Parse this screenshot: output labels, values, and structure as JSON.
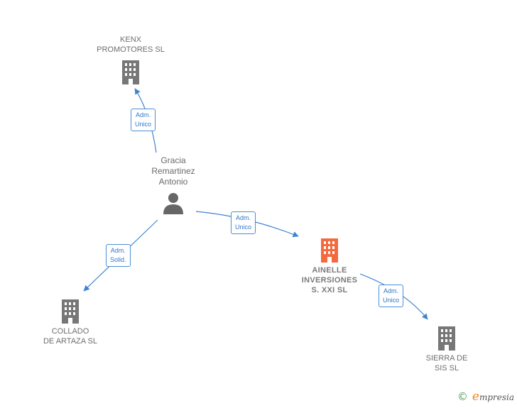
{
  "nodes": {
    "kenx": {
      "name": "KENX\nPROMOTORES SL",
      "type": "company"
    },
    "gracia": {
      "name": "Gracia\nRemartinez\nAntonio",
      "type": "person"
    },
    "ainelle": {
      "name": "AINELLE\nINVERSIONES\nS. XXI SL",
      "type": "company-focus"
    },
    "collado": {
      "name": "COLLADO\nDE ARTAZA SL",
      "type": "company"
    },
    "sierra": {
      "name": "SIERRA DE\nSIS SL",
      "type": "company"
    }
  },
  "edges": [
    {
      "from": "gracia",
      "to": "kenx",
      "label": "Adm.\nUnico"
    },
    {
      "from": "gracia",
      "to": "ainelle",
      "label": "Adm.\nUnico"
    },
    {
      "from": "gracia",
      "to": "collado",
      "label": "Adm.\nSolid."
    },
    {
      "from": "ainelle",
      "to": "sierra",
      "label": "Adm.\nUnico"
    }
  ],
  "colors": {
    "company_icon": "#777777",
    "focus_icon": "#f26a3d",
    "person_icon": "#666666",
    "edge": "#3f84d2"
  },
  "brand": {
    "copyright": "©",
    "first_letter": "e",
    "rest": "mpresia"
  }
}
